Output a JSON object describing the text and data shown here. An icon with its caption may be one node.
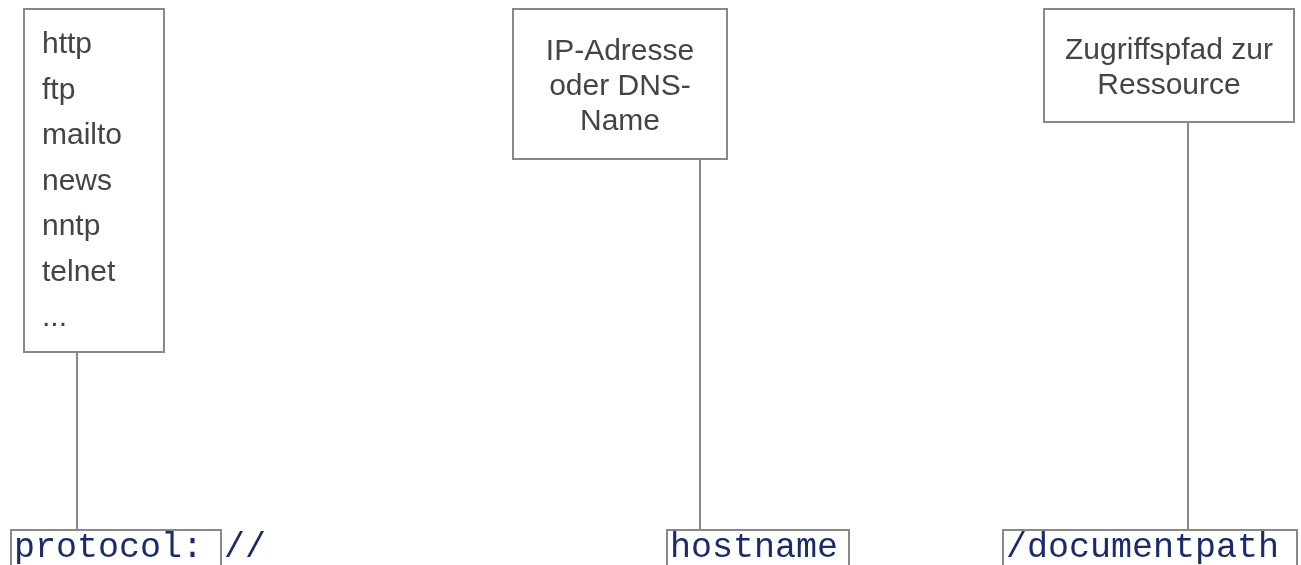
{
  "diagram": {
    "nodes": [
      {
        "text": [
          "http",
          "ftp",
          "mailto",
          "news",
          "nntp",
          "telnet",
          "..."
        ]
      },
      {
        "text": [
          "IP-Adresse oder DNS-Name"
        ]
      },
      {
        "text": [
          "Zugriffspfad zur Ressource"
        ]
      },
      {
        "text": [
          "protocol:"
        ]
      },
      {
        "text": [
          "hostname"
        ]
      },
      {
        "text": [
          "/documentpath"
        ]
      }
    ],
    "edges": [
      {
        "from": 0,
        "to": 3,
        "arrow": "none"
      },
      {
        "from": 1,
        "to": 4,
        "arrow": "none"
      },
      {
        "from": 2,
        "to": 5,
        "arrow": "none"
      }
    ],
    "labels": [
      "//"
    ]
  }
}
